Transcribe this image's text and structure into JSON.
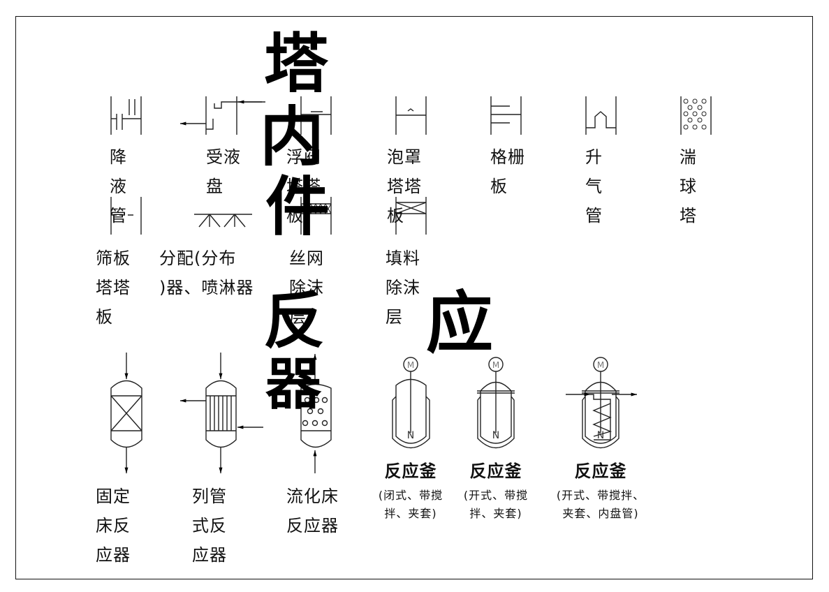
{
  "frame": {
    "border_color": "#111111",
    "background": "#ffffff"
  },
  "titles": {
    "tower_internals": [
      "塔",
      "内",
      "件"
    ],
    "reactors": [
      "反",
      "应",
      "器"
    ]
  },
  "tower_internals": [
    {
      "id": "downcomer",
      "label": "降\n液\n管"
    },
    {
      "id": "receiving-pan",
      "label": "受液\n盘"
    },
    {
      "id": "valve-tray",
      "label": "浮阀\n塔塔\n板"
    },
    {
      "id": "bubble-cap-tray",
      "label": "泡罩\n塔塔\n板"
    },
    {
      "id": "grid-plate",
      "label": "格栅\n板"
    },
    {
      "id": "riser",
      "label": "升\n气\n管"
    },
    {
      "id": "turbulent-ball-tower",
      "label": "湍\n球\n塔"
    },
    {
      "id": "sieve-tray",
      "label": "筛板\n塔塔\n板"
    },
    {
      "id": "distributor",
      "label": "分配(分布\n)器、喷淋器"
    },
    {
      "id": "wire-mesh-demister",
      "label": "丝网\n除沫\n层"
    },
    {
      "id": "packing-demister",
      "label": "填料\n除沫\n层"
    }
  ],
  "reactors": [
    {
      "id": "fixed-bed",
      "label": "固定\n床反\n应器"
    },
    {
      "id": "tubular",
      "label": "列管\n式反\n应器"
    },
    {
      "id": "fluidized-bed",
      "label": "流化床\n反应器"
    },
    {
      "id": "kettle-closed",
      "title": "反应釜",
      "sub": "(闭式、带搅\n拌、夹套)"
    },
    {
      "id": "kettle-open",
      "title": "反应釜",
      "sub": "(开式、带搅\n拌、夹套)"
    },
    {
      "id": "kettle-open-coil",
      "title": "反应釜",
      "sub": "(开式、带搅拌、\n夹套、内盘管)"
    }
  ],
  "symbols": {
    "motor": "M",
    "agitator": "N"
  }
}
